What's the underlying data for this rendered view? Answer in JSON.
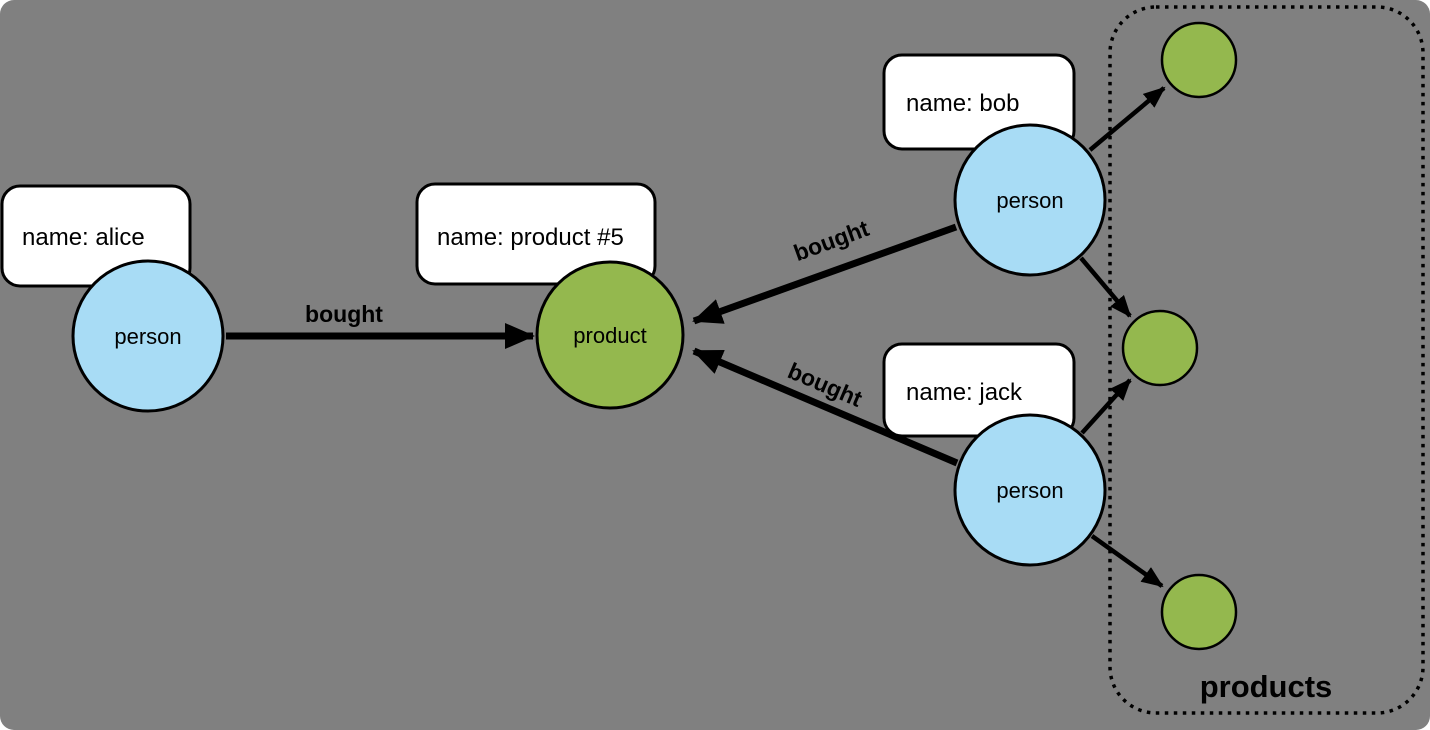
{
  "diagram": {
    "colors": {
      "background": "#808080",
      "person_fill": "#a8dcf5",
      "product_fill": "#94b84e",
      "box_fill": "#ffffff",
      "line": "#000000"
    },
    "nodes": {
      "alice": {
        "label": "person",
        "property": "name: alice"
      },
      "product5": {
        "label": "product",
        "property": "name: product #5"
      },
      "bob": {
        "label": "person",
        "property": "name: bob"
      },
      "jack": {
        "label": "person",
        "property": "name: jack"
      }
    },
    "edges": {
      "alice_to_product": {
        "label": "bought"
      },
      "bob_to_product": {
        "label": "bought"
      },
      "jack_to_product": {
        "label": "bought"
      }
    },
    "group": {
      "label": "products"
    }
  }
}
